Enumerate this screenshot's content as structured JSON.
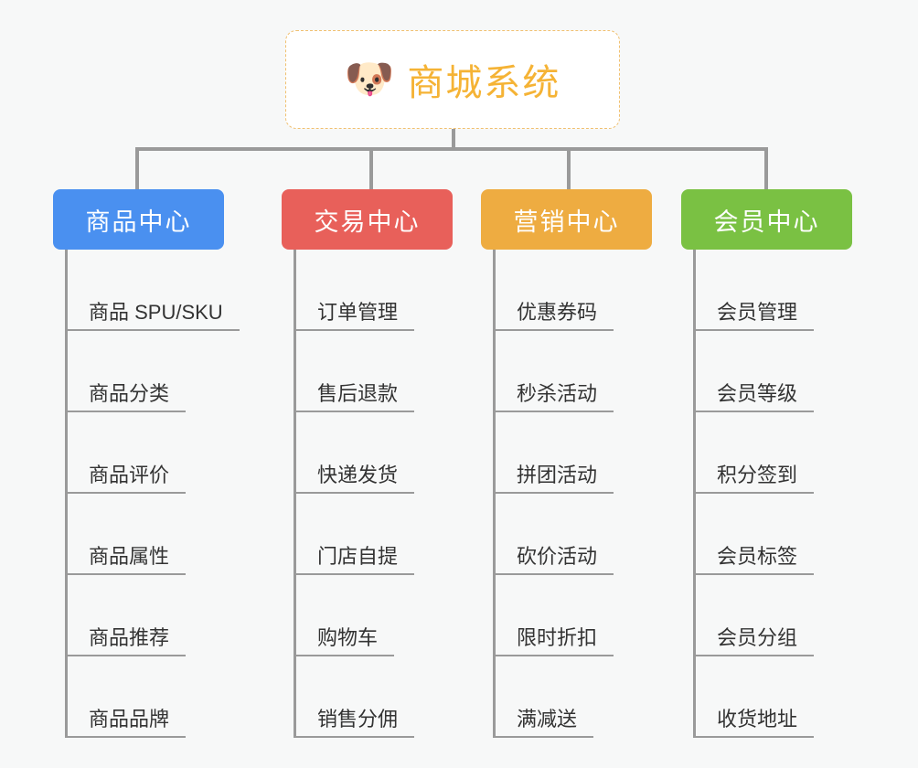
{
  "diagram": {
    "type": "mindmap-org-chart",
    "background_color": "#f7f8f8",
    "root": {
      "icon": "dog-face-icon",
      "icon_glyph": "🐶",
      "title": "商城系统",
      "text_color": "#f5b335",
      "border_color": "#f0c070",
      "background_color": "#ffffff"
    },
    "branches": [
      {
        "id": "product-center",
        "label": "商品中心",
        "color": "#4a90f0",
        "items": [
          "商品 SPU/SKU",
          "商品分类",
          "商品评价",
          "商品属性",
          "商品推荐",
          "商品品牌"
        ]
      },
      {
        "id": "trade-center",
        "label": "交易中心",
        "color": "#e8605a",
        "items": [
          "订单管理",
          "售后退款",
          "快递发货",
          "门店自提",
          "购物车",
          "销售分佣"
        ]
      },
      {
        "id": "marketing-center",
        "label": "营销中心",
        "color": "#eeac41",
        "items": [
          "优惠券码",
          "秒杀活动",
          "拼团活动",
          "砍价活动",
          "限时折扣",
          "满减送"
        ]
      },
      {
        "id": "member-center",
        "label": "会员中心",
        "color": "#7ac143",
        "items": [
          "会员管理",
          "会员等级",
          "积分签到",
          "会员标签",
          "会员分组",
          "收货地址"
        ]
      }
    ]
  }
}
